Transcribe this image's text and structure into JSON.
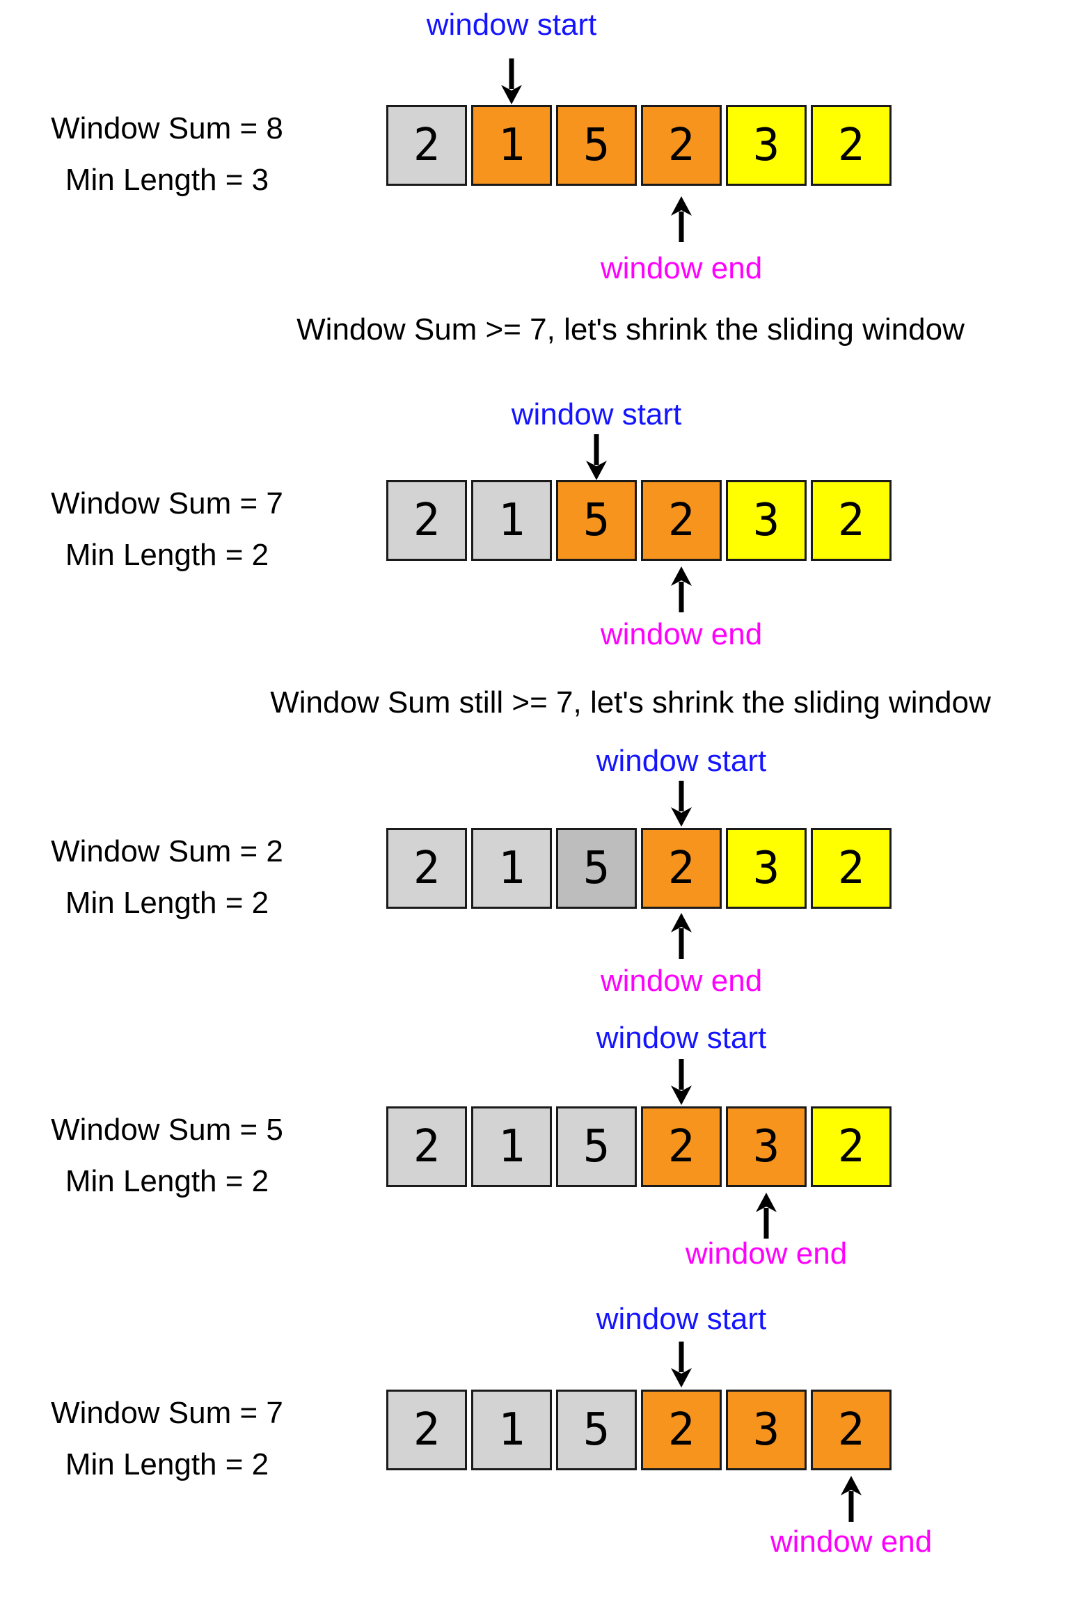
{
  "palette": {
    "cell_gray": "#d3d3d3",
    "cell_gray_dark": "#bdbdbd",
    "cell_orange": "#f7941e",
    "cell_yellow": "#ffff00",
    "start_label_color": "#1414ff",
    "end_label_color": "#ff00ff",
    "text_color": "#000000"
  },
  "annotations": {
    "start_label": "window start",
    "end_label": "window end"
  },
  "dividers": [
    {
      "text": "Window Sum >= 7, let's shrink the sliding window"
    },
    {
      "text": "Window Sum still >= 7, let's shrink the sliding window"
    }
  ],
  "array_values": [
    "2",
    "1",
    "5",
    "2",
    "3",
    "2"
  ],
  "stages": [
    {
      "sum_label": "Window Sum = 8",
      "len_label": "Min Length = 3",
      "cells": [
        "2",
        "1",
        "5",
        "2",
        "3",
        "2"
      ],
      "colors": [
        "gray",
        "orange",
        "orange",
        "orange",
        "yellow",
        "yellow"
      ],
      "start_index": 1,
      "end_index": 3
    },
    {
      "sum_label": "Window Sum = 7",
      "len_label": "Min Length = 2",
      "cells": [
        "2",
        "1",
        "5",
        "2",
        "3",
        "2"
      ],
      "colors": [
        "gray",
        "gray",
        "orange",
        "orange",
        "yellow",
        "yellow"
      ],
      "start_index": 2,
      "end_index": 3
    },
    {
      "sum_label": "Window Sum = 2",
      "len_label": "Min Length = 2",
      "cells": [
        "2",
        "1",
        "5",
        "2",
        "3",
        "2"
      ],
      "colors": [
        "gray",
        "gray",
        "gray_dark",
        "orange",
        "yellow",
        "yellow"
      ],
      "start_index": 3,
      "end_index": 3
    },
    {
      "sum_label": "Window Sum = 5",
      "len_label": "Min Length = 2",
      "cells": [
        "2",
        "1",
        "5",
        "2",
        "3",
        "2"
      ],
      "colors": [
        "gray",
        "gray",
        "gray",
        "orange",
        "orange",
        "yellow"
      ],
      "start_index": 3,
      "end_index": 4
    },
    {
      "sum_label": "Window Sum = 7",
      "len_label": "Min Length = 2",
      "cells": [
        "2",
        "1",
        "5",
        "2",
        "3",
        "2"
      ],
      "colors": [
        "gray",
        "gray",
        "gray",
        "orange",
        "orange",
        "orange"
      ],
      "start_index": 3,
      "end_index": 5
    }
  ]
}
